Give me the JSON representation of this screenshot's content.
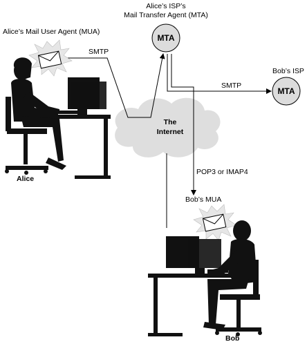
{
  "labels": {
    "alice_mua": "Alice’s Mail User Agent (MUA)",
    "alice_isp_line1": "Alice’s ISP’s",
    "alice_isp_line2": "Mail Transfer Agent (MTA)",
    "bobs_isp": "Bob’s ISP",
    "smtp_1": "SMTP",
    "smtp_2": "SMTP",
    "internet_line1": "The",
    "internet_line2": "Internet",
    "pop3_imap4": "POP3 or IMAP4",
    "bobs_mua": "Bob’s MUA",
    "alice": "Alice",
    "bob": "Bob",
    "mta_alice": "MTA",
    "mta_bob": "MTA"
  },
  "colors": {
    "line": "#000000",
    "silhouette": "#111111",
    "mta_fill": "#dcdcdc",
    "cloud_fill": "#dedede",
    "burst_fill": "#e6e6e6"
  },
  "icons": {
    "envelope": "envelope-icon",
    "arrow": "arrowhead-icon"
  }
}
